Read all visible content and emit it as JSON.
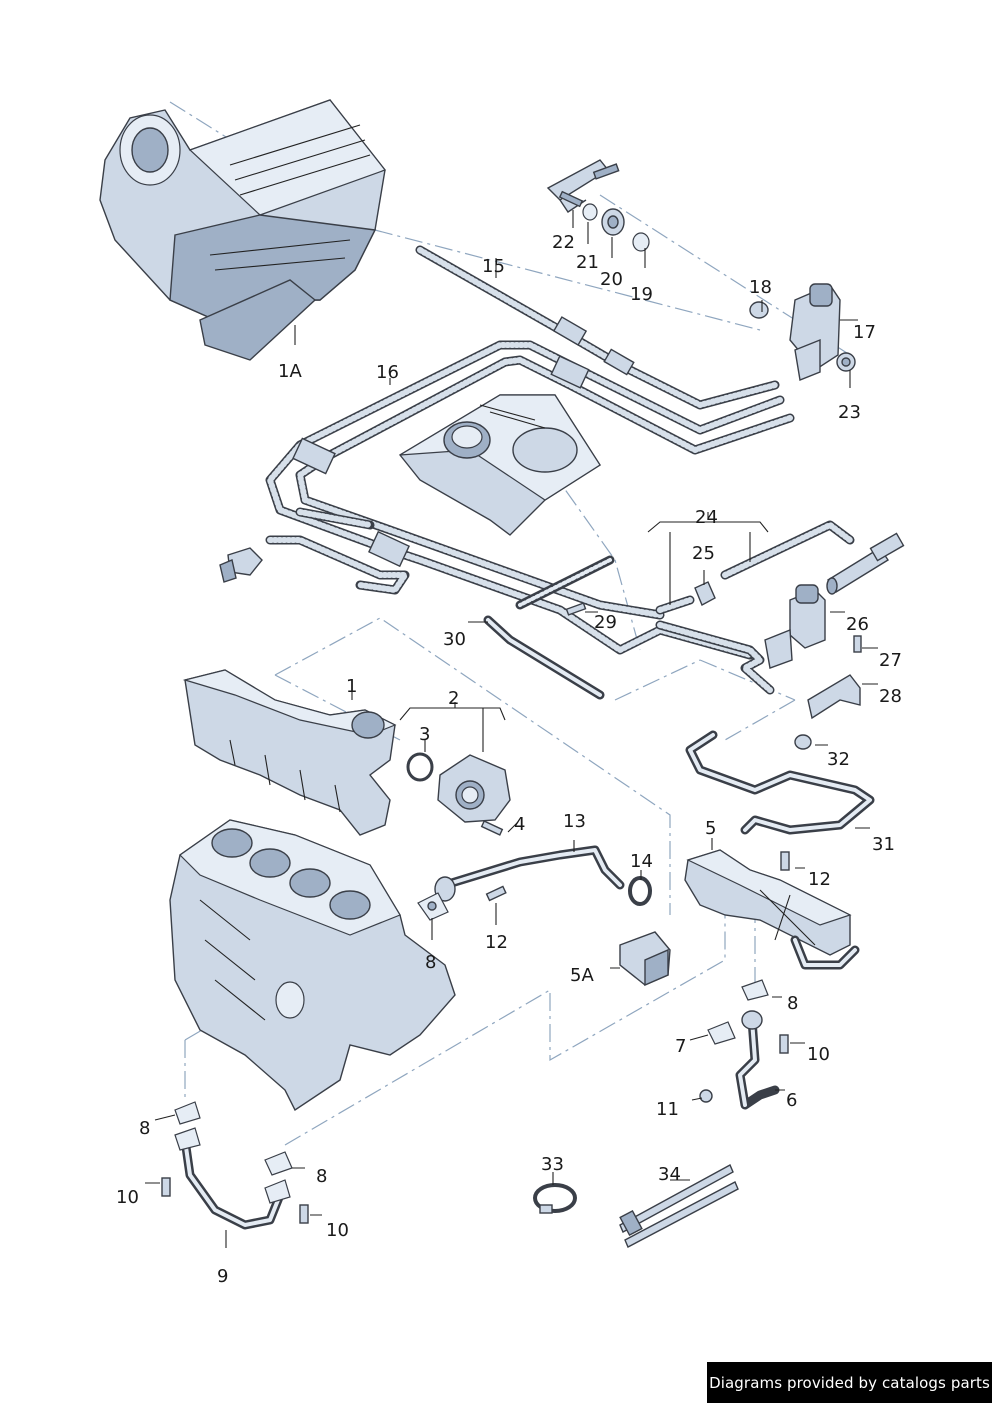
{
  "labels": {
    "l1A": "1A",
    "l15": "15",
    "l22": "22",
    "l21": "21",
    "l20": "20",
    "l19": "19",
    "l18": "18",
    "l17": "17",
    "l23": "23",
    "l16": "16",
    "l24": "24",
    "l25": "25",
    "l26": "26",
    "l27": "27",
    "l28": "28",
    "l29": "29",
    "l30": "30",
    "l1": "1",
    "l2": "2",
    "l3": "3",
    "l4": "4",
    "l32": "32",
    "l31": "31",
    "l13": "13",
    "l14": "14",
    "l5": "5",
    "l12a": "12",
    "l12b": "12",
    "l8a": "8",
    "l5A": "5A",
    "l8b": "8",
    "l7": "7",
    "l10a": "10",
    "l11": "11",
    "l6": "6",
    "l8c": "8",
    "l10b": "10",
    "l8d": "8",
    "l10c": "10",
    "l9": "9",
    "l33": "33",
    "l34": "34"
  },
  "footer": {
    "text": "Diagrams provided by catalogs parts"
  },
  "colors": {
    "part_fill": "#cdd8e6",
    "outline": "#3a3f48",
    "dash_line": "#8fa6bf",
    "footer_bg": "#000000"
  }
}
